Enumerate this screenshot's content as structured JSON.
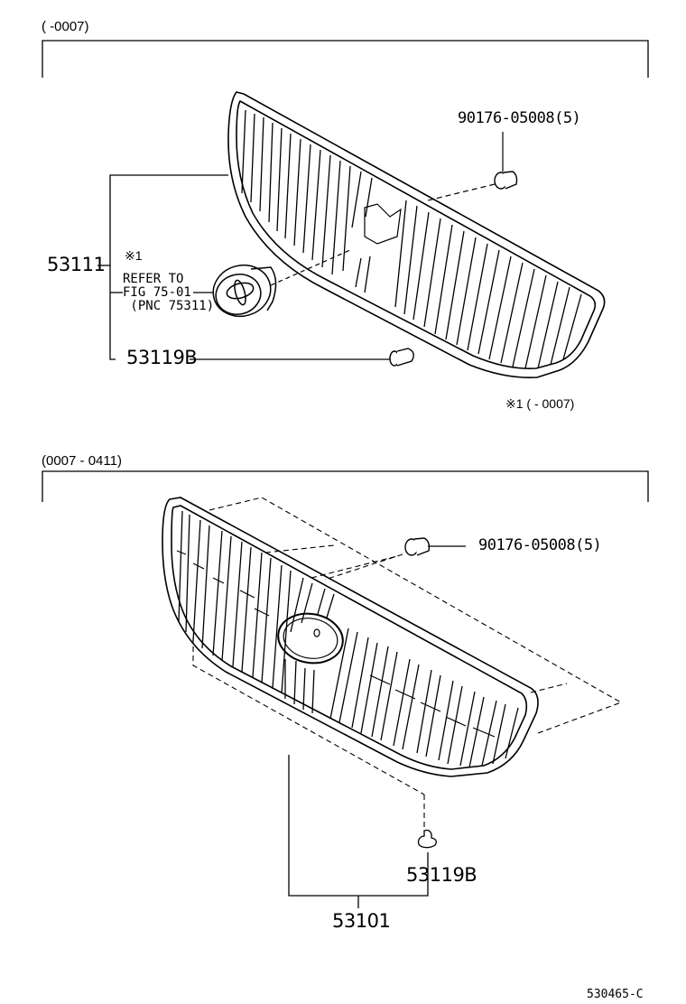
{
  "diagram": {
    "type": "parts-exploded-view",
    "subject": "radiator grille assembly",
    "code": "530465-C",
    "sections": [
      {
        "title": "(      -0007)",
        "parts": [
          {
            "label": "90176-05008 (5)",
            "part": "clip"
          },
          {
            "label": "53111",
            "part": "radiator grille"
          },
          {
            "label": "53119B",
            "part": "clip"
          },
          {
            "label": "※1",
            "part": "emblem"
          }
        ],
        "note_ref": "※1",
        "note_lines": [
          "REFER TO",
          "FIG 75-01",
          "(PNC 75311)"
        ],
        "footnote": "※1 (     - 0007)"
      },
      {
        "title": "(0007 - 0411)",
        "parts": [
          {
            "label": "90176-05008 (5)",
            "part": "clip"
          },
          {
            "label": "53119B",
            "part": "clip"
          },
          {
            "label": "53101",
            "part": "radiator grille sub-assembly"
          }
        ]
      }
    ]
  },
  "section1": {
    "title": "(      -0007)",
    "clip_label": "90176-05008(5)",
    "grille_label": "53111",
    "note_ref": "※1",
    "note_text": "REFER TO\nFIG 75-01\n (PNC 75311)",
    "clip2_label": "53119B",
    "footnote": "※1 (     - 0007)"
  },
  "section2": {
    "title": "(0007 - 0411)",
    "clip_label": "90176-05008(5)",
    "clip2_label": "53119B",
    "assembly_label": "53101"
  },
  "footer": {
    "code": "530465-C"
  }
}
